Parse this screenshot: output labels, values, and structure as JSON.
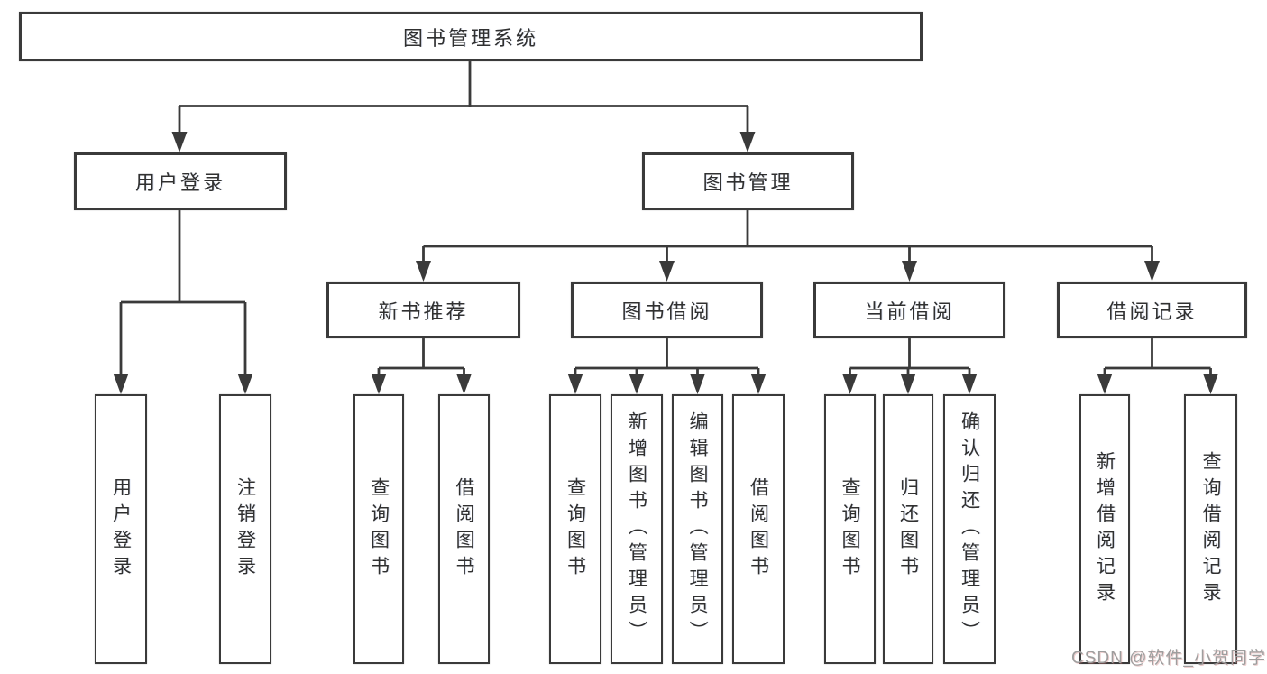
{
  "tree": {
    "root": "图书管理系统",
    "branches": [
      {
        "label": "用户登录",
        "children": [
          "用户登录",
          "注销登录"
        ]
      },
      {
        "label": "图书管理",
        "sections": [
          {
            "label": "新书推荐",
            "children": [
              "查询图书",
              "借阅图书"
            ]
          },
          {
            "label": "图书借阅",
            "children": [
              "查询图书",
              "新增图书（管理员）",
              "编辑图书（管理员）",
              "借阅图书"
            ]
          },
          {
            "label": "当前借阅",
            "children": [
              "查询图书",
              "归还图书",
              "确认归还（管理员）"
            ]
          },
          {
            "label": "借阅记录",
            "children": [
              "新增借阅记录",
              "查询借阅记录"
            ]
          }
        ]
      }
    ]
  },
  "watermark": {
    "text": "CSDN @软件_小贺同学"
  },
  "colors": {
    "line": "#3a3a3a",
    "text": "#303030",
    "watermark": "#9e9e9e",
    "background": "#ffffff"
  }
}
